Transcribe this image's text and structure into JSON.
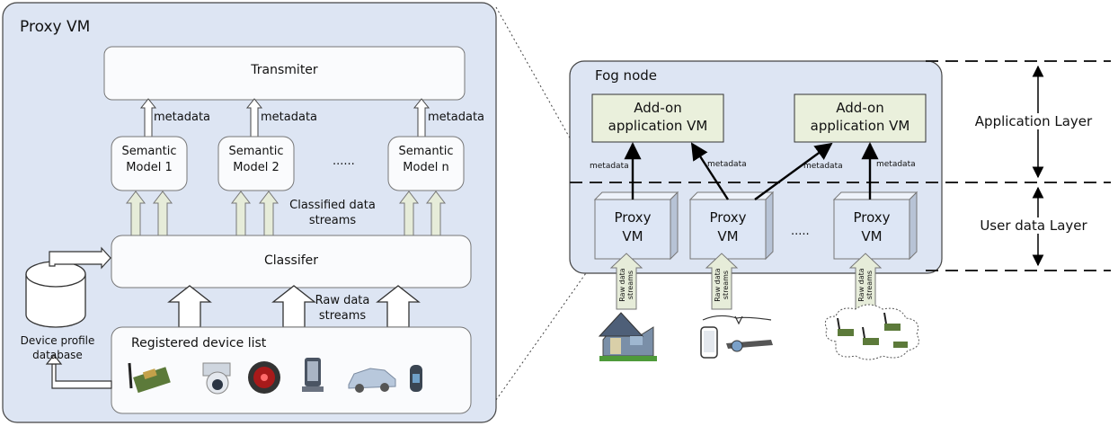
{
  "proxy_panel": {
    "title": "Proxy VM",
    "transmitter": "Transmiter",
    "metadata_label": "metadata",
    "semantic_models": [
      {
        "line1": "Semantic",
        "line2": "Model 1"
      },
      {
        "line1": "Semantic",
        "line2": "Model 2"
      },
      {
        "line1": "Semantic",
        "line2": "Model n"
      }
    ],
    "ellipsis": "......",
    "classified_line1": "Classified data",
    "classified_line2": "streams",
    "classifier": "Classifer",
    "raw_line1": "Raw data",
    "raw_line2": "streams",
    "registered_list": "Registered device list",
    "db_line1": "Device profile",
    "db_line2": "database"
  },
  "fog_panel": {
    "title": "Fog node",
    "addon_line1": "Add-on",
    "addon_line2": "application VM",
    "metadata_label": "metadata",
    "proxy_line1": "Proxy",
    "proxy_line2": "VM",
    "ellipsis": ".....",
    "raw_line1": "Raw data",
    "raw_line2": "streams"
  },
  "layers": {
    "application": "Application Layer",
    "user_data": "User data Layer"
  },
  "colors": {
    "panel_bg": "#dde5f3",
    "addon_bg": "#eaf0dc",
    "proxy_face": "#dde6f5",
    "stream_arrow": "#e6ecd9"
  },
  "icons": [
    "sensor-board-icon",
    "camera-icon",
    "robot-eye-icon",
    "smartphone-icon",
    "car-icon",
    "wristband-icon",
    "house-icon",
    "smart-glasses-icon",
    "sensor-cloud-icon"
  ]
}
